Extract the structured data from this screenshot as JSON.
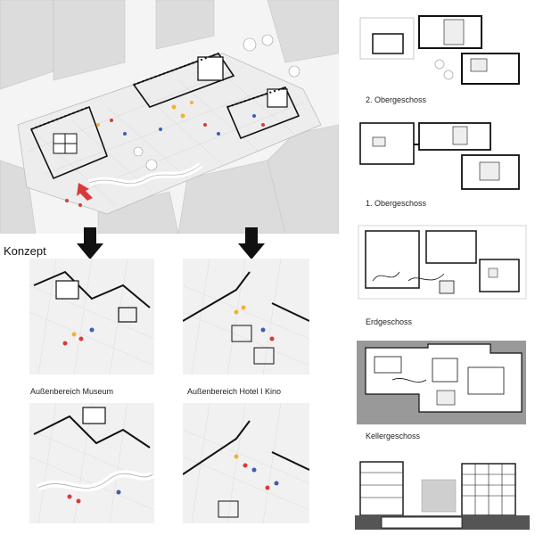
{
  "labels": {
    "konzept": "Konzept",
    "aussen_museum": "Außenbereich Museum",
    "aussen_hotel": "Außenbereich Hotel I Kino",
    "og2": "2. Obergeschoss",
    "og1": "1. Obergeschoss",
    "eg": "Erdgeschoss",
    "ug": "Kellergeschoss"
  },
  "colors": {
    "line": "#111111",
    "context_block": "#d9d9d9",
    "ground": "#ececec",
    "accent_yellow": "#f2b233",
    "accent_red": "#d93a3a",
    "accent_blue": "#3a5fb0",
    "arrow": "#111111"
  }
}
